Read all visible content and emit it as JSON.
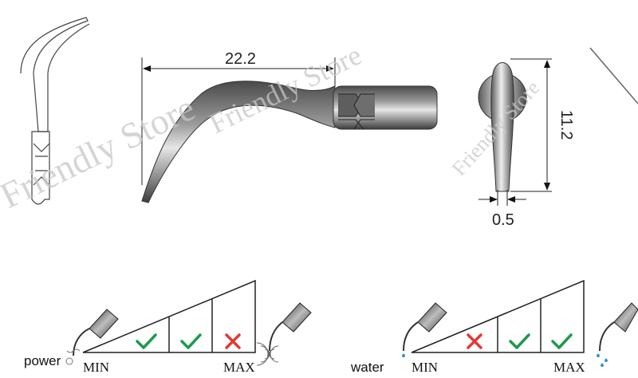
{
  "watermark": "Friendly Store",
  "dimensions": {
    "length": "22.2",
    "height": "11.2",
    "tip": "0.5"
  },
  "power_scale": {
    "label": "power",
    "min_label": "MIN",
    "max_label": "MAX",
    "marks": [
      "check",
      "check",
      "cross"
    ]
  },
  "water_scale": {
    "label": "water",
    "min_label": "MIN",
    "max_label": "MAX",
    "marks": [
      "cross",
      "check",
      "check"
    ]
  },
  "colors": {
    "check": "#1f9a4c",
    "cross": "#e23a35",
    "metal_dark": "#3a3a3a",
    "metal_light": "#d9d9d9",
    "water_drop": "#2a8fd0"
  }
}
